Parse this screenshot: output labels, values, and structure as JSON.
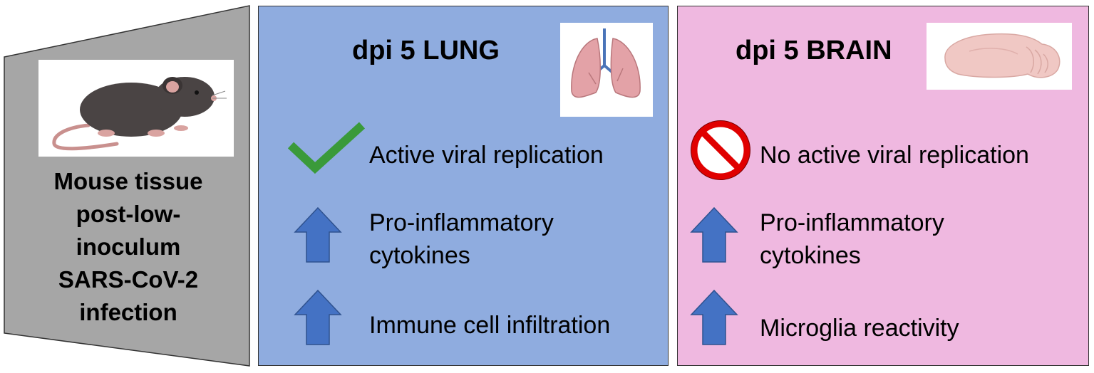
{
  "left": {
    "caption": "Mouse tissue\npost-low-\ninoculum\nSARS-CoV-2\ninfection",
    "icon": "mouse-illustration"
  },
  "lung": {
    "title": "dpi 5 LUNG",
    "organ_icon": "lungs-illustration",
    "items": [
      {
        "icon": "checkmark-icon",
        "text": "Active viral replication"
      },
      {
        "icon": "up-arrow-icon",
        "text": "Pro-inflammatory\ncytokines"
      },
      {
        "icon": "up-arrow-icon",
        "text": "Immune cell infiltration"
      }
    ]
  },
  "brain": {
    "title": "dpi 5 BRAIN",
    "organ_icon": "brain-illustration",
    "items": [
      {
        "icon": "prohibited-icon",
        "text": "No active viral replication"
      },
      {
        "icon": "up-arrow-icon",
        "text": "Pro-inflammatory\ncytokines"
      },
      {
        "icon": "up-arrow-icon",
        "text": "Microglia reactivity"
      }
    ]
  },
  "colors": {
    "lung_panel": "#8facdf",
    "brain_panel": "#efb8e0",
    "funnel": "#a6a6a6",
    "arrow": "#4472c4",
    "check": "#3a9a3a",
    "prohibit": "#e00000"
  }
}
